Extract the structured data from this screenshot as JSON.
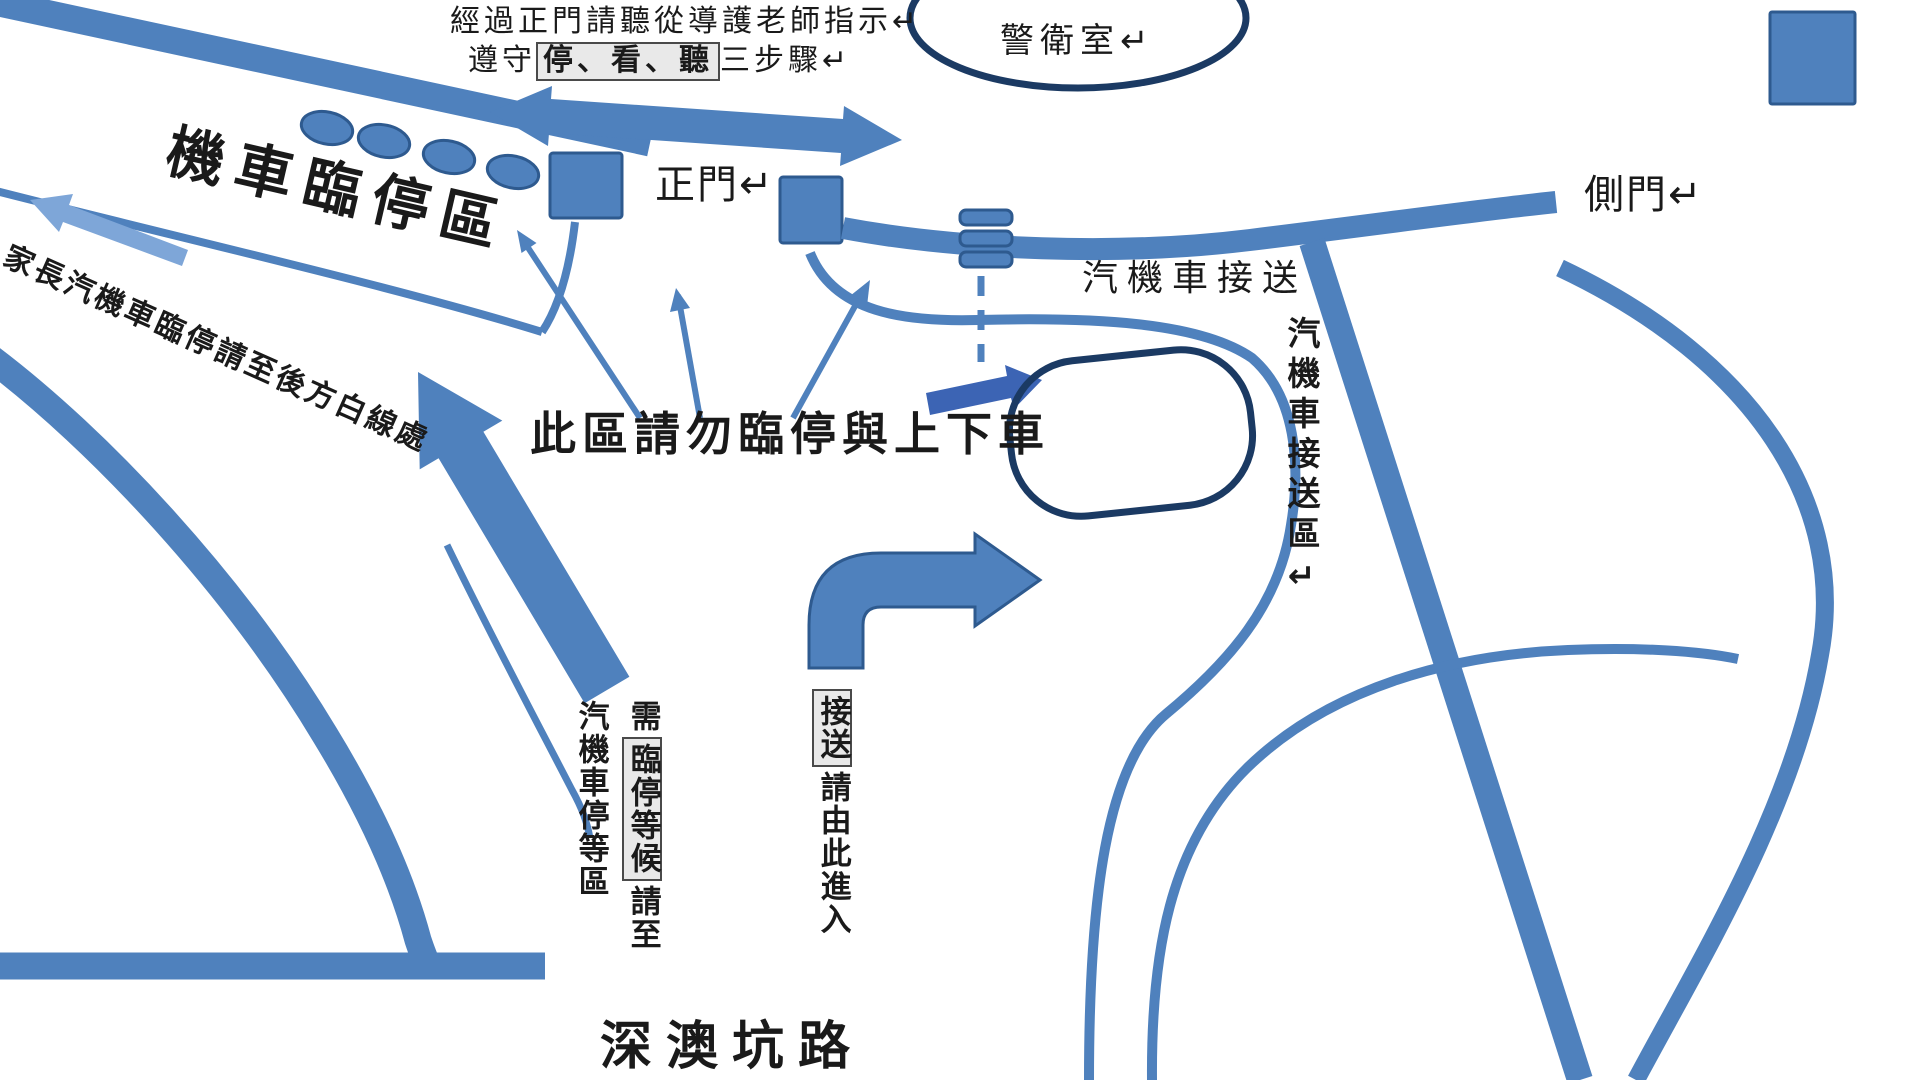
{
  "colors": {
    "bg": "#ffffff",
    "ink": "#1a1a1a",
    "road": "#4f81bd",
    "roadborder": "#2e5a8f",
    "lightarrow": "#7ea6d8",
    "darkarrow": "#3c64b4",
    "loop": "#1b3a63",
    "boxbg": "#e9e9e9",
    "boxborder": "#4a4a4a"
  },
  "notes": {
    "gate_instruction_line1": "經過正門請聽從導護老師指示↵",
    "gate_rule": {
      "prefix": "遵守",
      "boxed": "停、看、聽",
      "suffix": "三步驟↵"
    },
    "no_stop_zone": "此區請勿臨停與上下車",
    "parent_temp_stop": "家長汽機車臨停請至後方白線處"
  },
  "places": {
    "guard_room": "警衛室↵",
    "main_gate": "正門↵",
    "side_gate": "側門↵",
    "road_name": "深澳坑路",
    "moto_temp_area": "機車臨停區",
    "pickup_road": "汽機車接送",
    "pickup_area_vertical": "汽機車接送區↵",
    "waiting_area_vertical": "汽機車停等區",
    "waiting_note": {
      "prefix": "需",
      "boxed": "臨停等候",
      "suffix": "請至"
    },
    "entry_note": {
      "boxed": "接送",
      "suffix": "請由此進入"
    }
  }
}
